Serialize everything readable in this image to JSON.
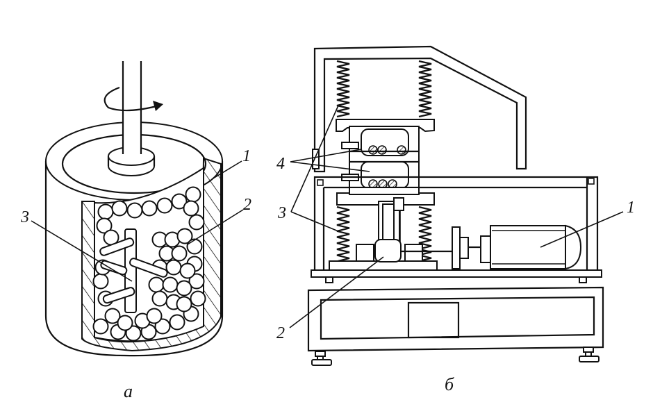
{
  "figure": {
    "panel_a": {
      "caption": "а",
      "title": "attritor-ball-mill",
      "labels": [
        {
          "id": "1",
          "text": "1",
          "refers_to": "housing-wall"
        },
        {
          "id": "2",
          "text": "2",
          "refers_to": "grinding-balls"
        },
        {
          "id": "3",
          "text": "3",
          "refers_to": "impeller-arms"
        }
      ],
      "rotation_indicator": "rotation-arrow"
    },
    "panel_b": {
      "caption": "б",
      "title": "vibratory-mill",
      "labels": [
        {
          "id": "1",
          "text": "1",
          "refers_to": "electric-motor"
        },
        {
          "id": "2",
          "text": "2",
          "refers_to": "eccentric-vibrator"
        },
        {
          "id": "3",
          "text": "3",
          "refers_to": "springs"
        },
        {
          "id": "4",
          "text": "4",
          "refers_to": "grinding-containers"
        }
      ]
    }
  }
}
